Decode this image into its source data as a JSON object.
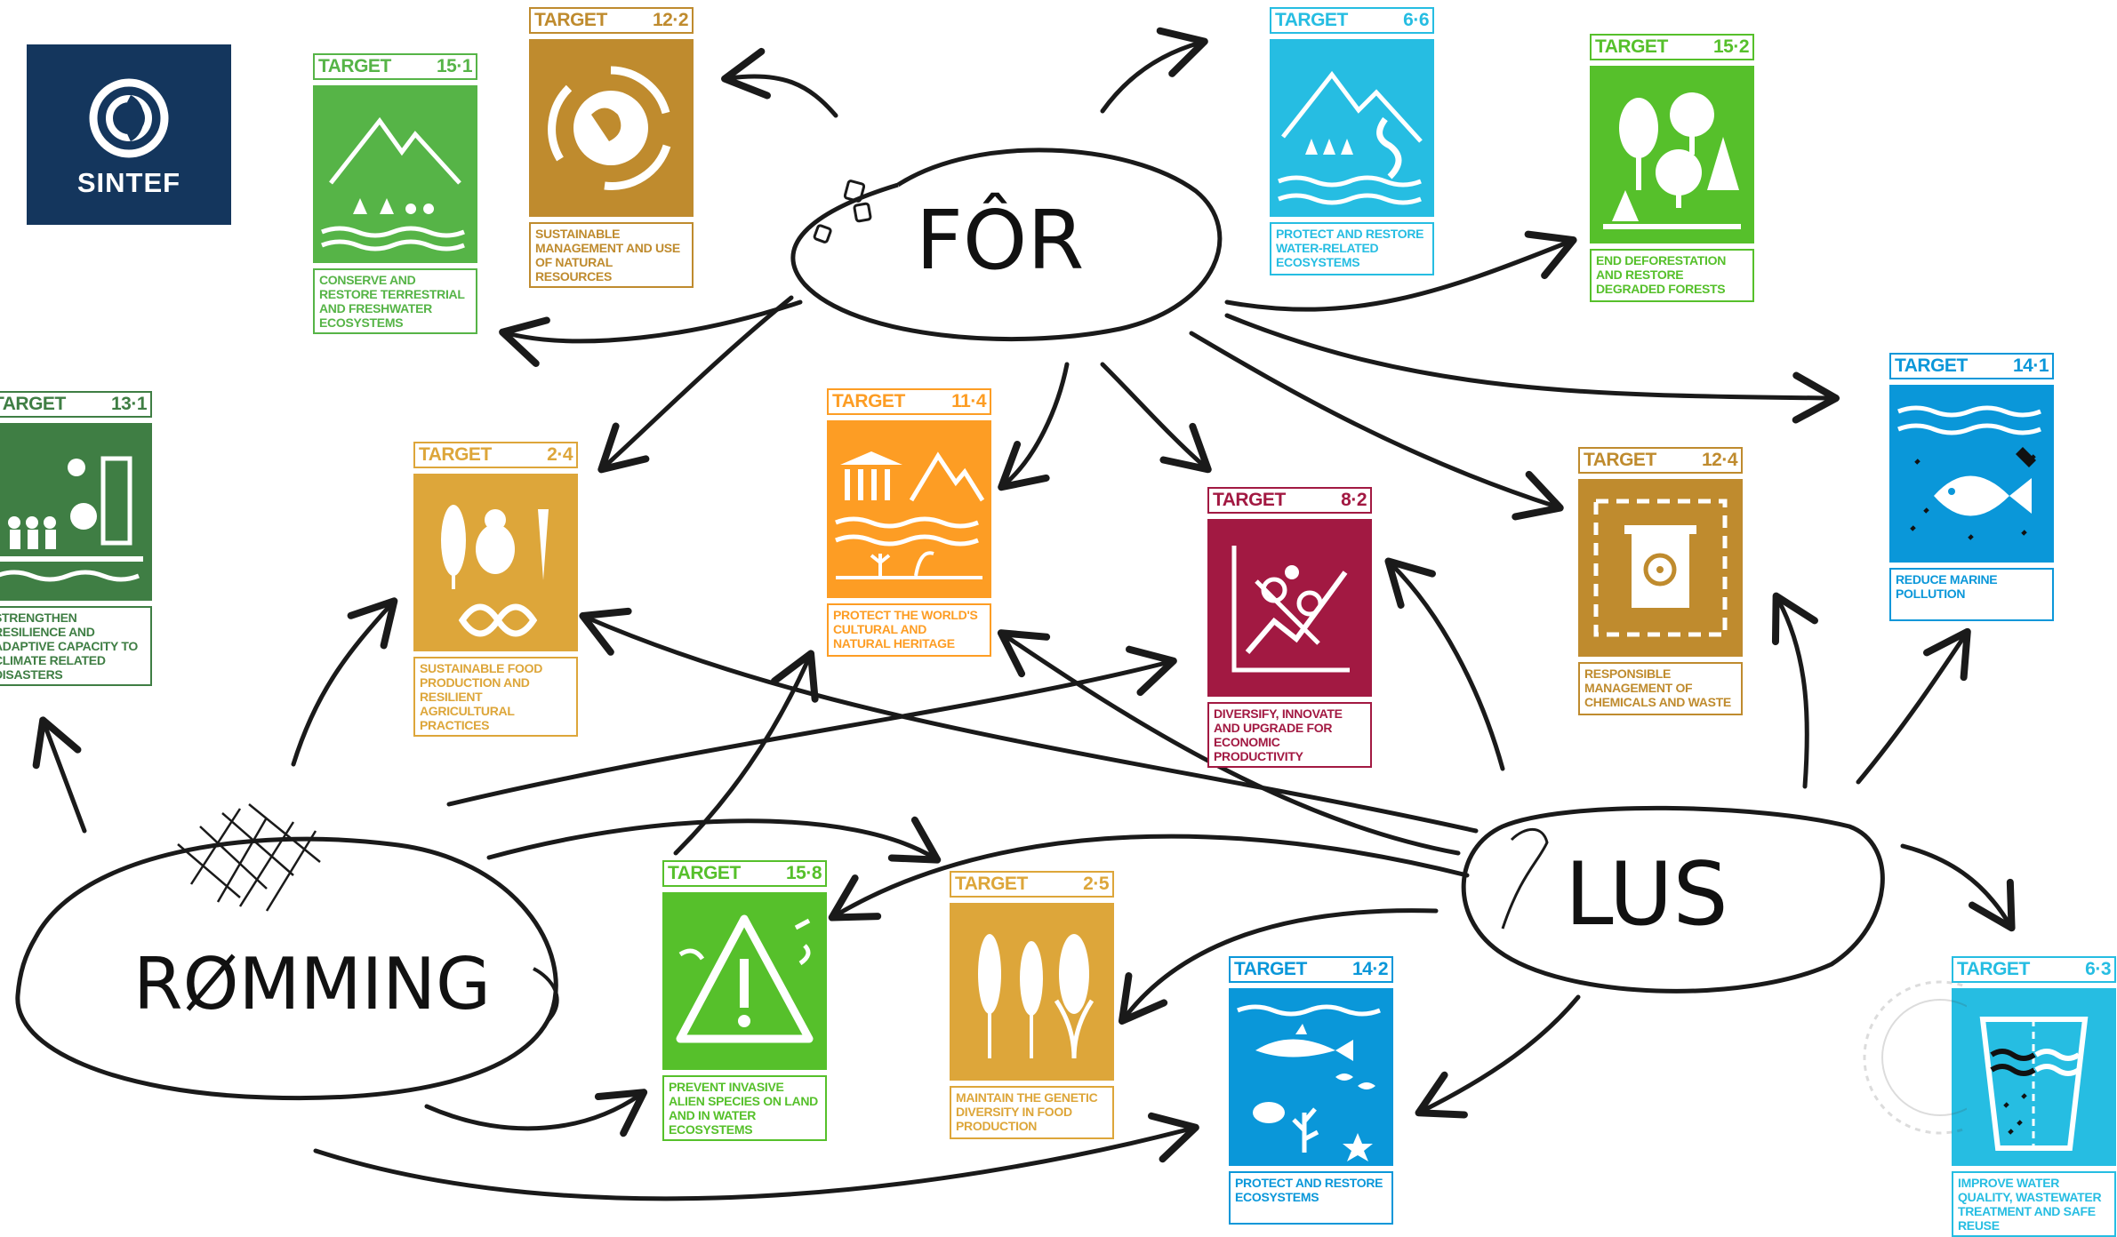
{
  "logo": {
    "text": "SINTEF",
    "color": "#14365d"
  },
  "nodes": {
    "for": {
      "label": "FÔR"
    },
    "lus": {
      "label": "LUS"
    },
    "romming": {
      "label": "RØMMING"
    }
  },
  "cards": [
    {
      "id": "t15-1",
      "target": "TARGET",
      "number": "15·1",
      "color": "#56b447",
      "icon": "mountain-people-icon",
      "text": "CONSERVE AND RESTORE TERRESTRIAL AND FRESHWATER ECOSYSTEMS"
    },
    {
      "id": "t12-2",
      "target": "TARGET",
      "number": "12·2",
      "color": "#bf8b2e",
      "icon": "recycle-globe-icon",
      "text": "SUSTAINABLE MANAGEMENT AND USE OF NATURAL RESOURCES"
    },
    {
      "id": "t6-6",
      "target": "TARGET",
      "number": "6·6",
      "color": "#26bde2",
      "icon": "mountain-river-icon",
      "text": "PROTECT AND RESTORE WATER-RELATED ECOSYSTEMS"
    },
    {
      "id": "t15-2",
      "target": "TARGET",
      "number": "15·2",
      "color": "#56c02b",
      "icon": "forest-icon",
      "text": "END DEFORESTATION AND RESTORE DEGRADED FORESTS"
    },
    {
      "id": "t13-1",
      "target": "TARGET",
      "number": "13·1",
      "color": "#3f7e44",
      "icon": "climate-resilience-icon",
      "text": "STRENGTHEN RESILIENCE AND ADAPTIVE CAPACITY TO CLIMATE RELATED DISASTERS"
    },
    {
      "id": "t2-4",
      "target": "TARGET",
      "number": "2·4",
      "color": "#dda63a",
      "icon": "food-production-icon",
      "text": "SUSTAINABLE FOOD PRODUCTION AND RESILIENT AGRICULTURAL PRACTICES"
    },
    {
      "id": "t11-4",
      "target": "TARGET",
      "number": "11·4",
      "color": "#fd9d24",
      "icon": "heritage-icon",
      "text": "PROTECT THE WORLD'S CULTURAL AND NATURAL HERITAGE"
    },
    {
      "id": "t8-2",
      "target": "TARGET",
      "number": "8·2",
      "color": "#a21942",
      "icon": "innovation-growth-icon",
      "text": "DIVERSIFY, INNOVATE AND UPGRADE FOR ECONOMIC PRODUCTIVITY"
    },
    {
      "id": "t12-4",
      "target": "TARGET",
      "number": "12·4",
      "color": "#bf8b2e",
      "icon": "hazardous-waste-icon",
      "text": "RESPONSIBLE MANAGEMENT OF CHEMICALS AND WASTE"
    },
    {
      "id": "t14-1",
      "target": "TARGET",
      "number": "14·1",
      "color": "#0a97d9",
      "icon": "fish-pollution-icon",
      "text": "REDUCE MARINE POLLUTION"
    },
    {
      "id": "t15-8",
      "target": "TARGET",
      "number": "15·8",
      "color": "#56c02b",
      "icon": "invasive-species-icon",
      "text": "PREVENT INVASIVE ALIEN SPECIES ON LAND AND IN WATER ECOSYSTEMS"
    },
    {
      "id": "t2-5",
      "target": "TARGET",
      "number": "2·5",
      "color": "#dda63a",
      "icon": "crop-diversity-icon",
      "text": "MAINTAIN THE GENETIC DIVERSITY IN FOOD PRODUCTION"
    },
    {
      "id": "t14-2",
      "target": "TARGET",
      "number": "14·2",
      "color": "#0a97d9",
      "icon": "marine-life-icon",
      "text": "PROTECT AND RESTORE ECOSYSTEMS"
    },
    {
      "id": "t6-3",
      "target": "TARGET",
      "number": "6·3",
      "color": "#26bde2",
      "icon": "water-glass-icon",
      "text": "IMPROVE WATER QUALITY, WASTEWATER TREATMENT AND SAFE REUSE"
    }
  ],
  "edges": [
    {
      "from": "for",
      "to": "t12-2"
    },
    {
      "from": "for",
      "to": "t6-6"
    },
    {
      "from": "for",
      "to": "t15-2"
    },
    {
      "from": "for",
      "to": "t15-1"
    },
    {
      "from": "for",
      "to": "t2-4"
    },
    {
      "from": "for",
      "to": "t11-4"
    },
    {
      "from": "for",
      "to": "t8-2"
    },
    {
      "from": "for",
      "to": "t12-4"
    },
    {
      "from": "for",
      "to": "t14-1"
    },
    {
      "from": "romming",
      "to": "t13-1"
    },
    {
      "from": "romming",
      "to": "t2-4"
    },
    {
      "from": "romming",
      "to": "t11-4"
    },
    {
      "from": "romming",
      "to": "t8-2"
    },
    {
      "from": "romming",
      "to": "t2-5"
    },
    {
      "from": "romming",
      "to": "t15-8"
    },
    {
      "from": "romming",
      "to": "t14-2"
    },
    {
      "from": "lus",
      "to": "t2-4"
    },
    {
      "from": "lus",
      "to": "t11-4"
    },
    {
      "from": "lus",
      "to": "t8-2"
    },
    {
      "from": "lus",
      "to": "t12-4"
    },
    {
      "from": "lus",
      "to": "t14-1"
    },
    {
      "from": "lus",
      "to": "t6-3"
    },
    {
      "from": "lus",
      "to": "t15-8"
    },
    {
      "from": "lus",
      "to": "t2-5"
    },
    {
      "from": "lus",
      "to": "t14-2"
    }
  ]
}
